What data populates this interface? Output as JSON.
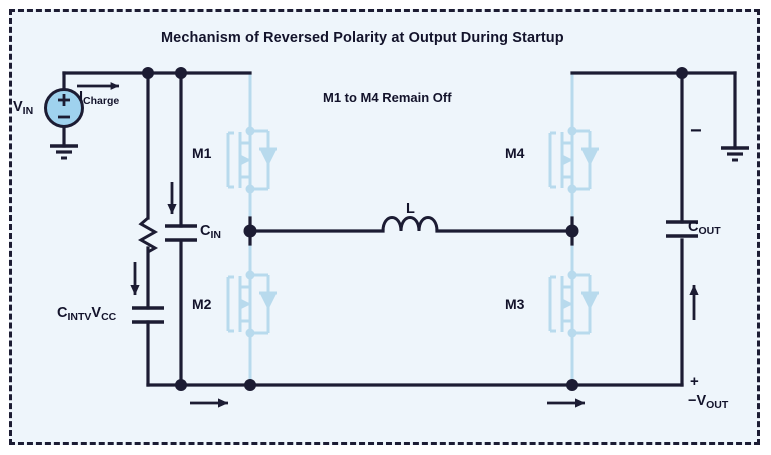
{
  "figure": {
    "title": "Mechanism of Reversed Polarity at Output During Startup",
    "subtitle": "M1 to M4 Remain Off",
    "background_color": "#eef5fb",
    "trace_color": "#1c1c33",
    "mosfet_color": "#b8daed",
    "border_style": "dashed"
  },
  "source": {
    "label": "V",
    "label_sub": "IN",
    "plus": "+",
    "minus": "–",
    "ground_icon": "ground-icon"
  },
  "currents": {
    "charge": {
      "label": "I",
      "label_sub": "Charge"
    },
    "intvcc_arrow": "down-arrow-icon",
    "cin_arrow": "down-arrow-icon",
    "bottom_left_arrow": "right-arrow-icon",
    "bottom_right_arrow": "right-arrow-icon",
    "cout_arrow": "up-arrow-icon"
  },
  "transistors": [
    {
      "name": "M1",
      "position": "high-side-input"
    },
    {
      "name": "M2",
      "position": "low-side-input"
    },
    {
      "name": "M3",
      "position": "low-side-output"
    },
    {
      "name": "M4",
      "position": "high-side-output"
    }
  ],
  "passives": {
    "inductor": {
      "label": "L"
    },
    "cin": {
      "label": "C",
      "label_sub": "IN"
    },
    "cout": {
      "label": "C",
      "label_sub": "OUT"
    },
    "cintvcc": {
      "label": "C",
      "label_sub": "INTV",
      "label_sub2": "CC"
    },
    "resistor": {
      "name": "startup-resistor"
    }
  },
  "output": {
    "minus_sign": "−",
    "plus_sign": "+",
    "label": "−V",
    "label_sub": "OUT",
    "ground_icon": "ground-icon"
  }
}
